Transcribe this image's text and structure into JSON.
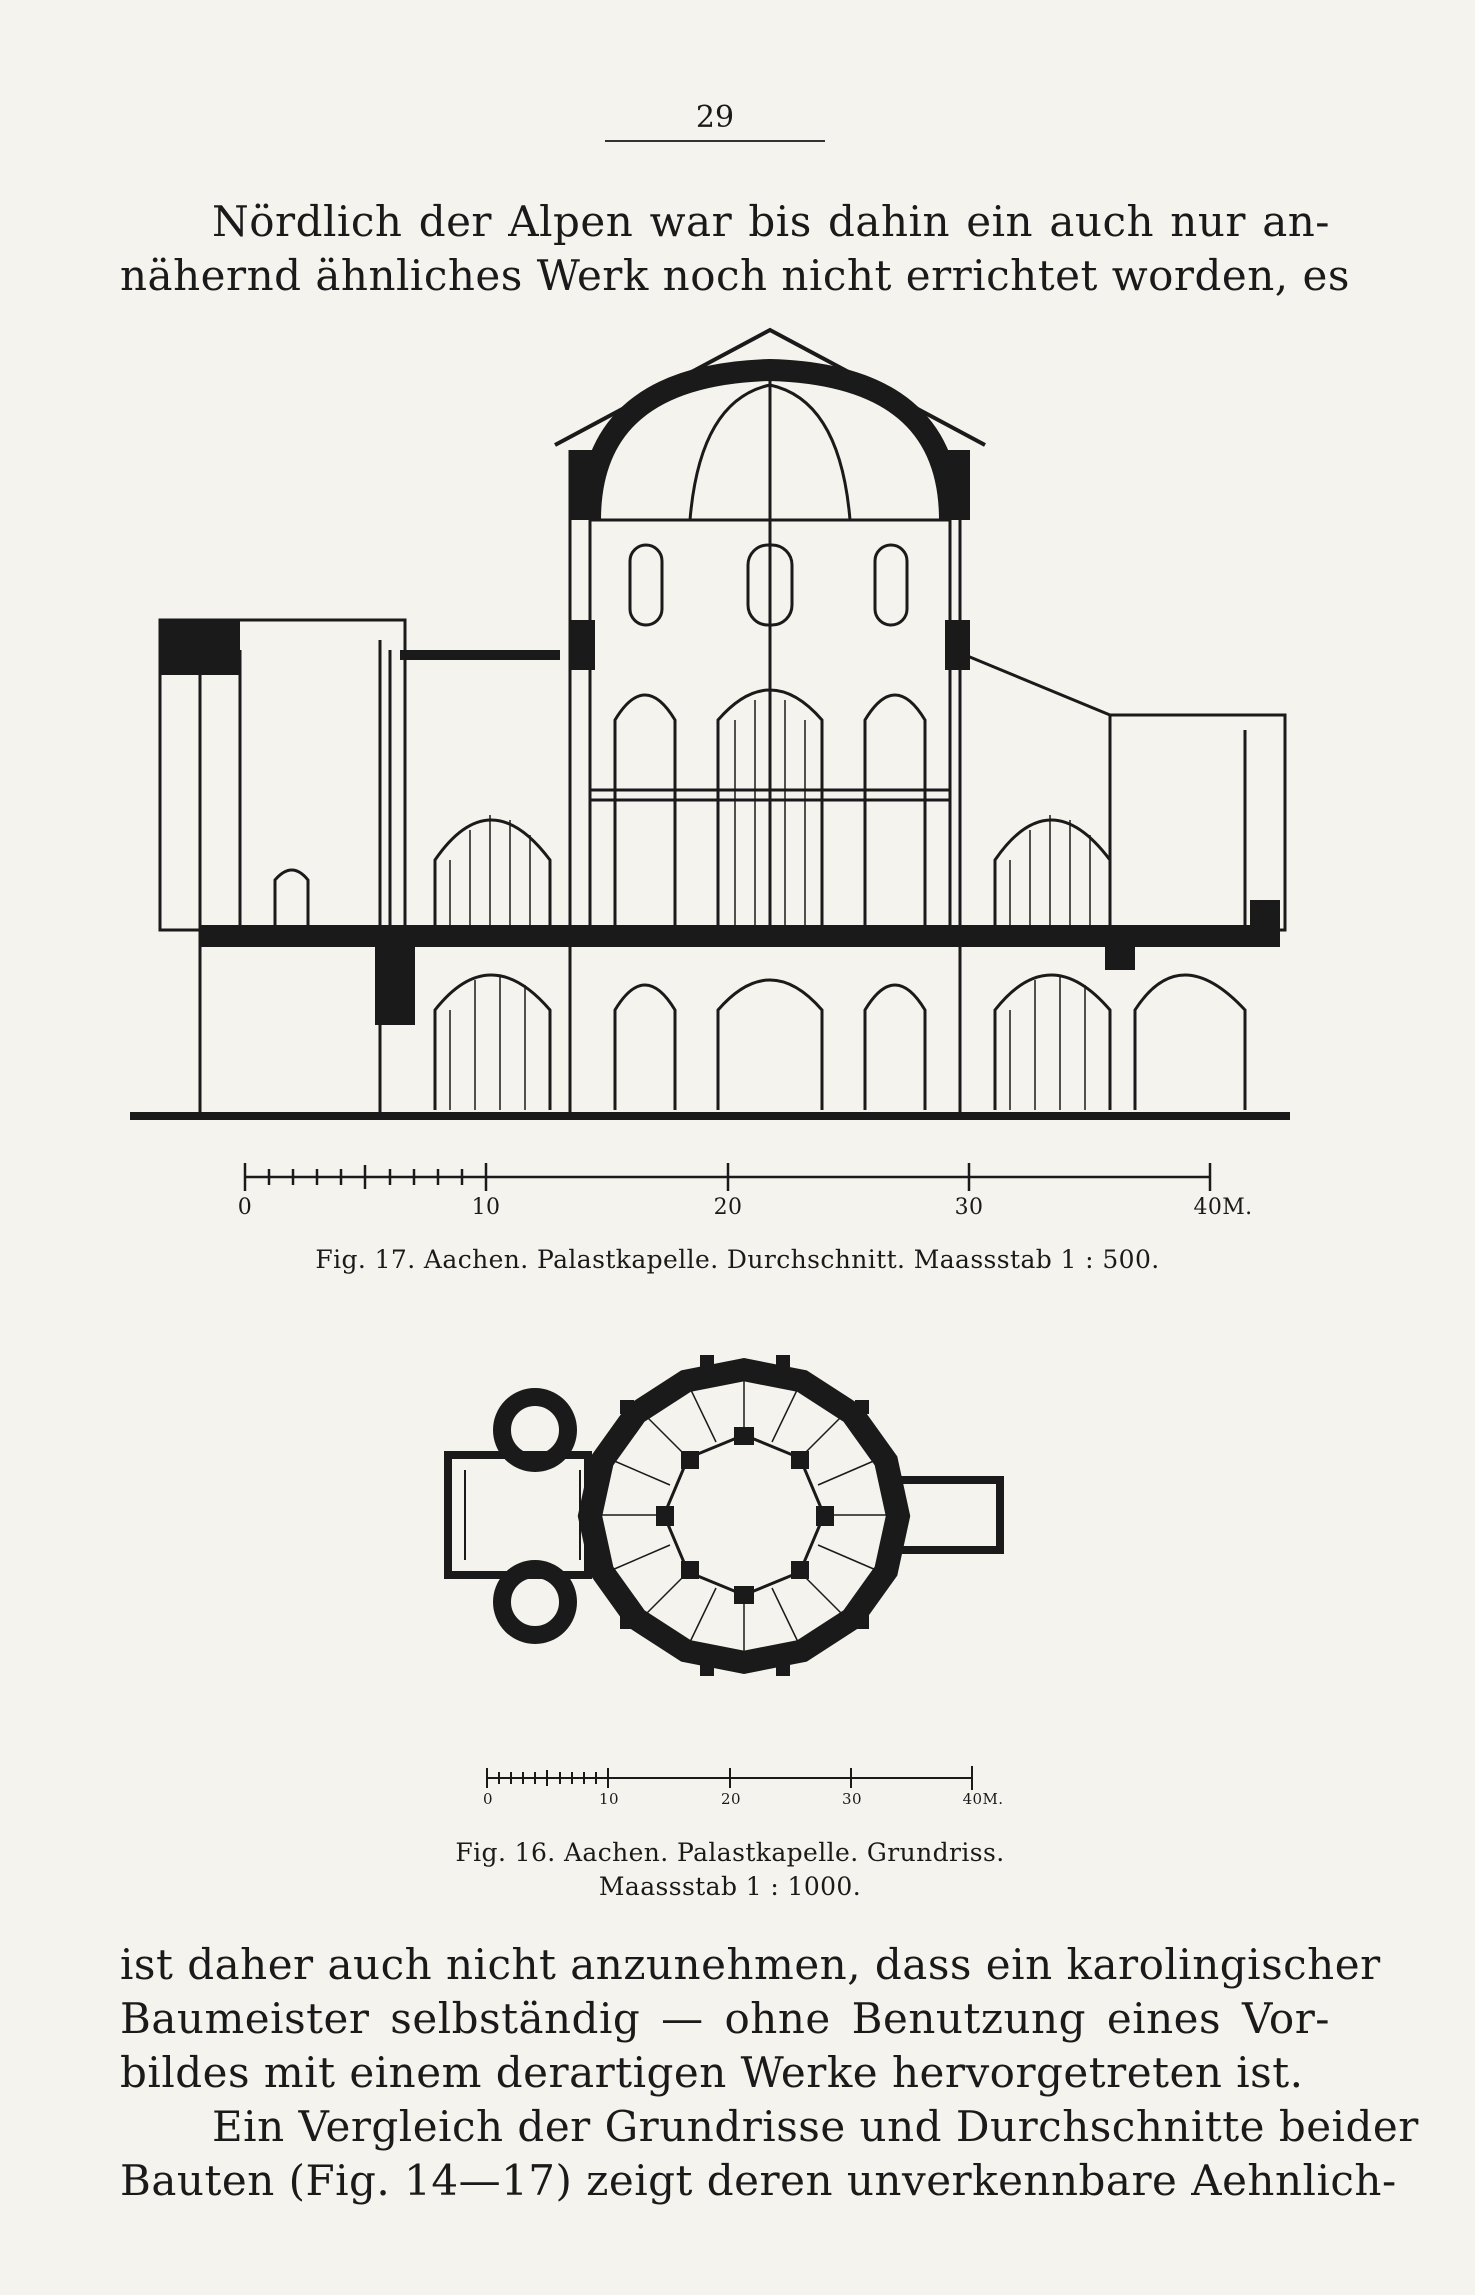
{
  "page_number": "29",
  "top_paragraph": [
    "Nördlich der Alpen war bis dahin ein auch nur an-",
    "nähernd ähnliches Werk noch nicht errichtet worden, es"
  ],
  "figure17": {
    "caption": "Fig. 17.  Aachen.  Palastkapelle.  Durchschnitt.  Maassstab 1 : 500.",
    "scale_labels": [
      "0",
      "10",
      "20",
      "30",
      "40M."
    ]
  },
  "figure16": {
    "caption_line1": "Fig. 16.  Aachen.  Palastkapelle.  Grundriss.",
    "caption_line2": "Maassstab 1 : 1000.",
    "scale_labels": [
      "0",
      "10",
      "20",
      "30",
      "40M."
    ]
  },
  "bottom_paragraph": [
    "ist daher auch nicht anzunehmen, dass ein karolingischer",
    "Baumeister selbständig — ohne Benutzung eines Vor-",
    "bildes mit einem derartigen Werke hervorgetreten ist.",
    "Ein Vergleich der Grundrisse und Durchschnitte beider",
    "Bauten (Fig. 14—17) zeigt deren unverkennbare Aehnlich-"
  ]
}
